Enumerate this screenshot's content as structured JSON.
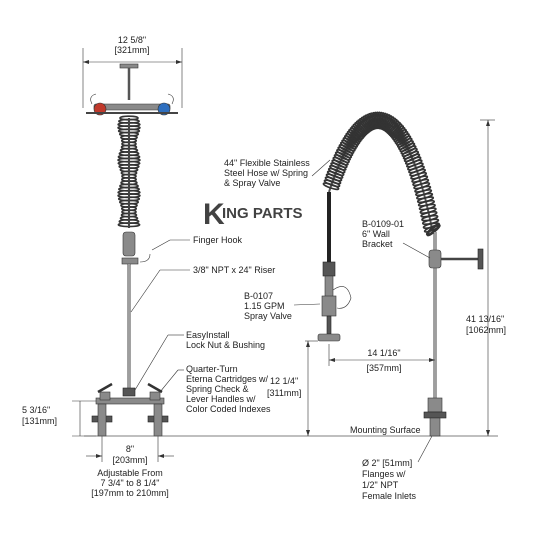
{
  "watermark": {
    "text_k": "K",
    "text_rest": "ING PARTS",
    "color_primary": "#6fa9dc",
    "color_secondary": "#9cc4ea"
  },
  "colors": {
    "hot_handle": "#c0392b",
    "cold_handle": "#2e6fbf",
    "line": "#333333",
    "metal": "#8a8a8a"
  },
  "front_view": {
    "width_dim": {
      "line1": "12 5/8\"",
      "line2": "[321mm]"
    },
    "height_dim": {
      "line1": "5 3/16\"",
      "line2": "[131mm]"
    },
    "center_dim": {
      "line1": "8\"",
      "line2": "[203mm]",
      "line3": "Adjustable From",
      "line4": "7 3/4\" to 8 1/4\"",
      "line5": "[197mm to 210mm]"
    }
  },
  "side_view": {
    "height_dim": {
      "line1": "41 13/16\"",
      "line2": "[1062mm]"
    },
    "valve_height_dim": {
      "line1": "12 1/4\"",
      "line2": "[311mm]"
    },
    "reach_dim": {
      "line1": "14 1/16\"",
      "line2": "[357mm]"
    }
  },
  "callouts": {
    "hose": {
      "line1": "44\" Flexible Stainless",
      "line2": "Steel Hose w/ Spring",
      "line3": "& Spray Valve"
    },
    "finger_hook": {
      "line1": "Finger Hook"
    },
    "riser": {
      "line1": "3/8\" NPT x 24\" Riser"
    },
    "lock_nut": {
      "line1": "EasyInstall",
      "line2": "Lock Nut & Bushing"
    },
    "cartridges": {
      "line1": "Quarter-Turn",
      "line2": "Eterna Cartridges w/",
      "line3": "Spring Check &",
      "line4": "Lever Handles w/",
      "line5": "Color Coded Indexes"
    },
    "bracket": {
      "line1": "B-0109-01",
      "line2": "6\" Wall",
      "line3": "Bracket"
    },
    "spray_valve": {
      "line1": "B-0107",
      "line2": "1.15 GPM",
      "line3": "Spray Valve"
    },
    "mounting_surface": {
      "line1": "Mounting Surface"
    },
    "flanges": {
      "line1": "Ø 2\" [51mm]",
      "line2": "Flanges w/",
      "line3": "1/2\" NPT",
      "line4": "Female Inlets"
    }
  }
}
